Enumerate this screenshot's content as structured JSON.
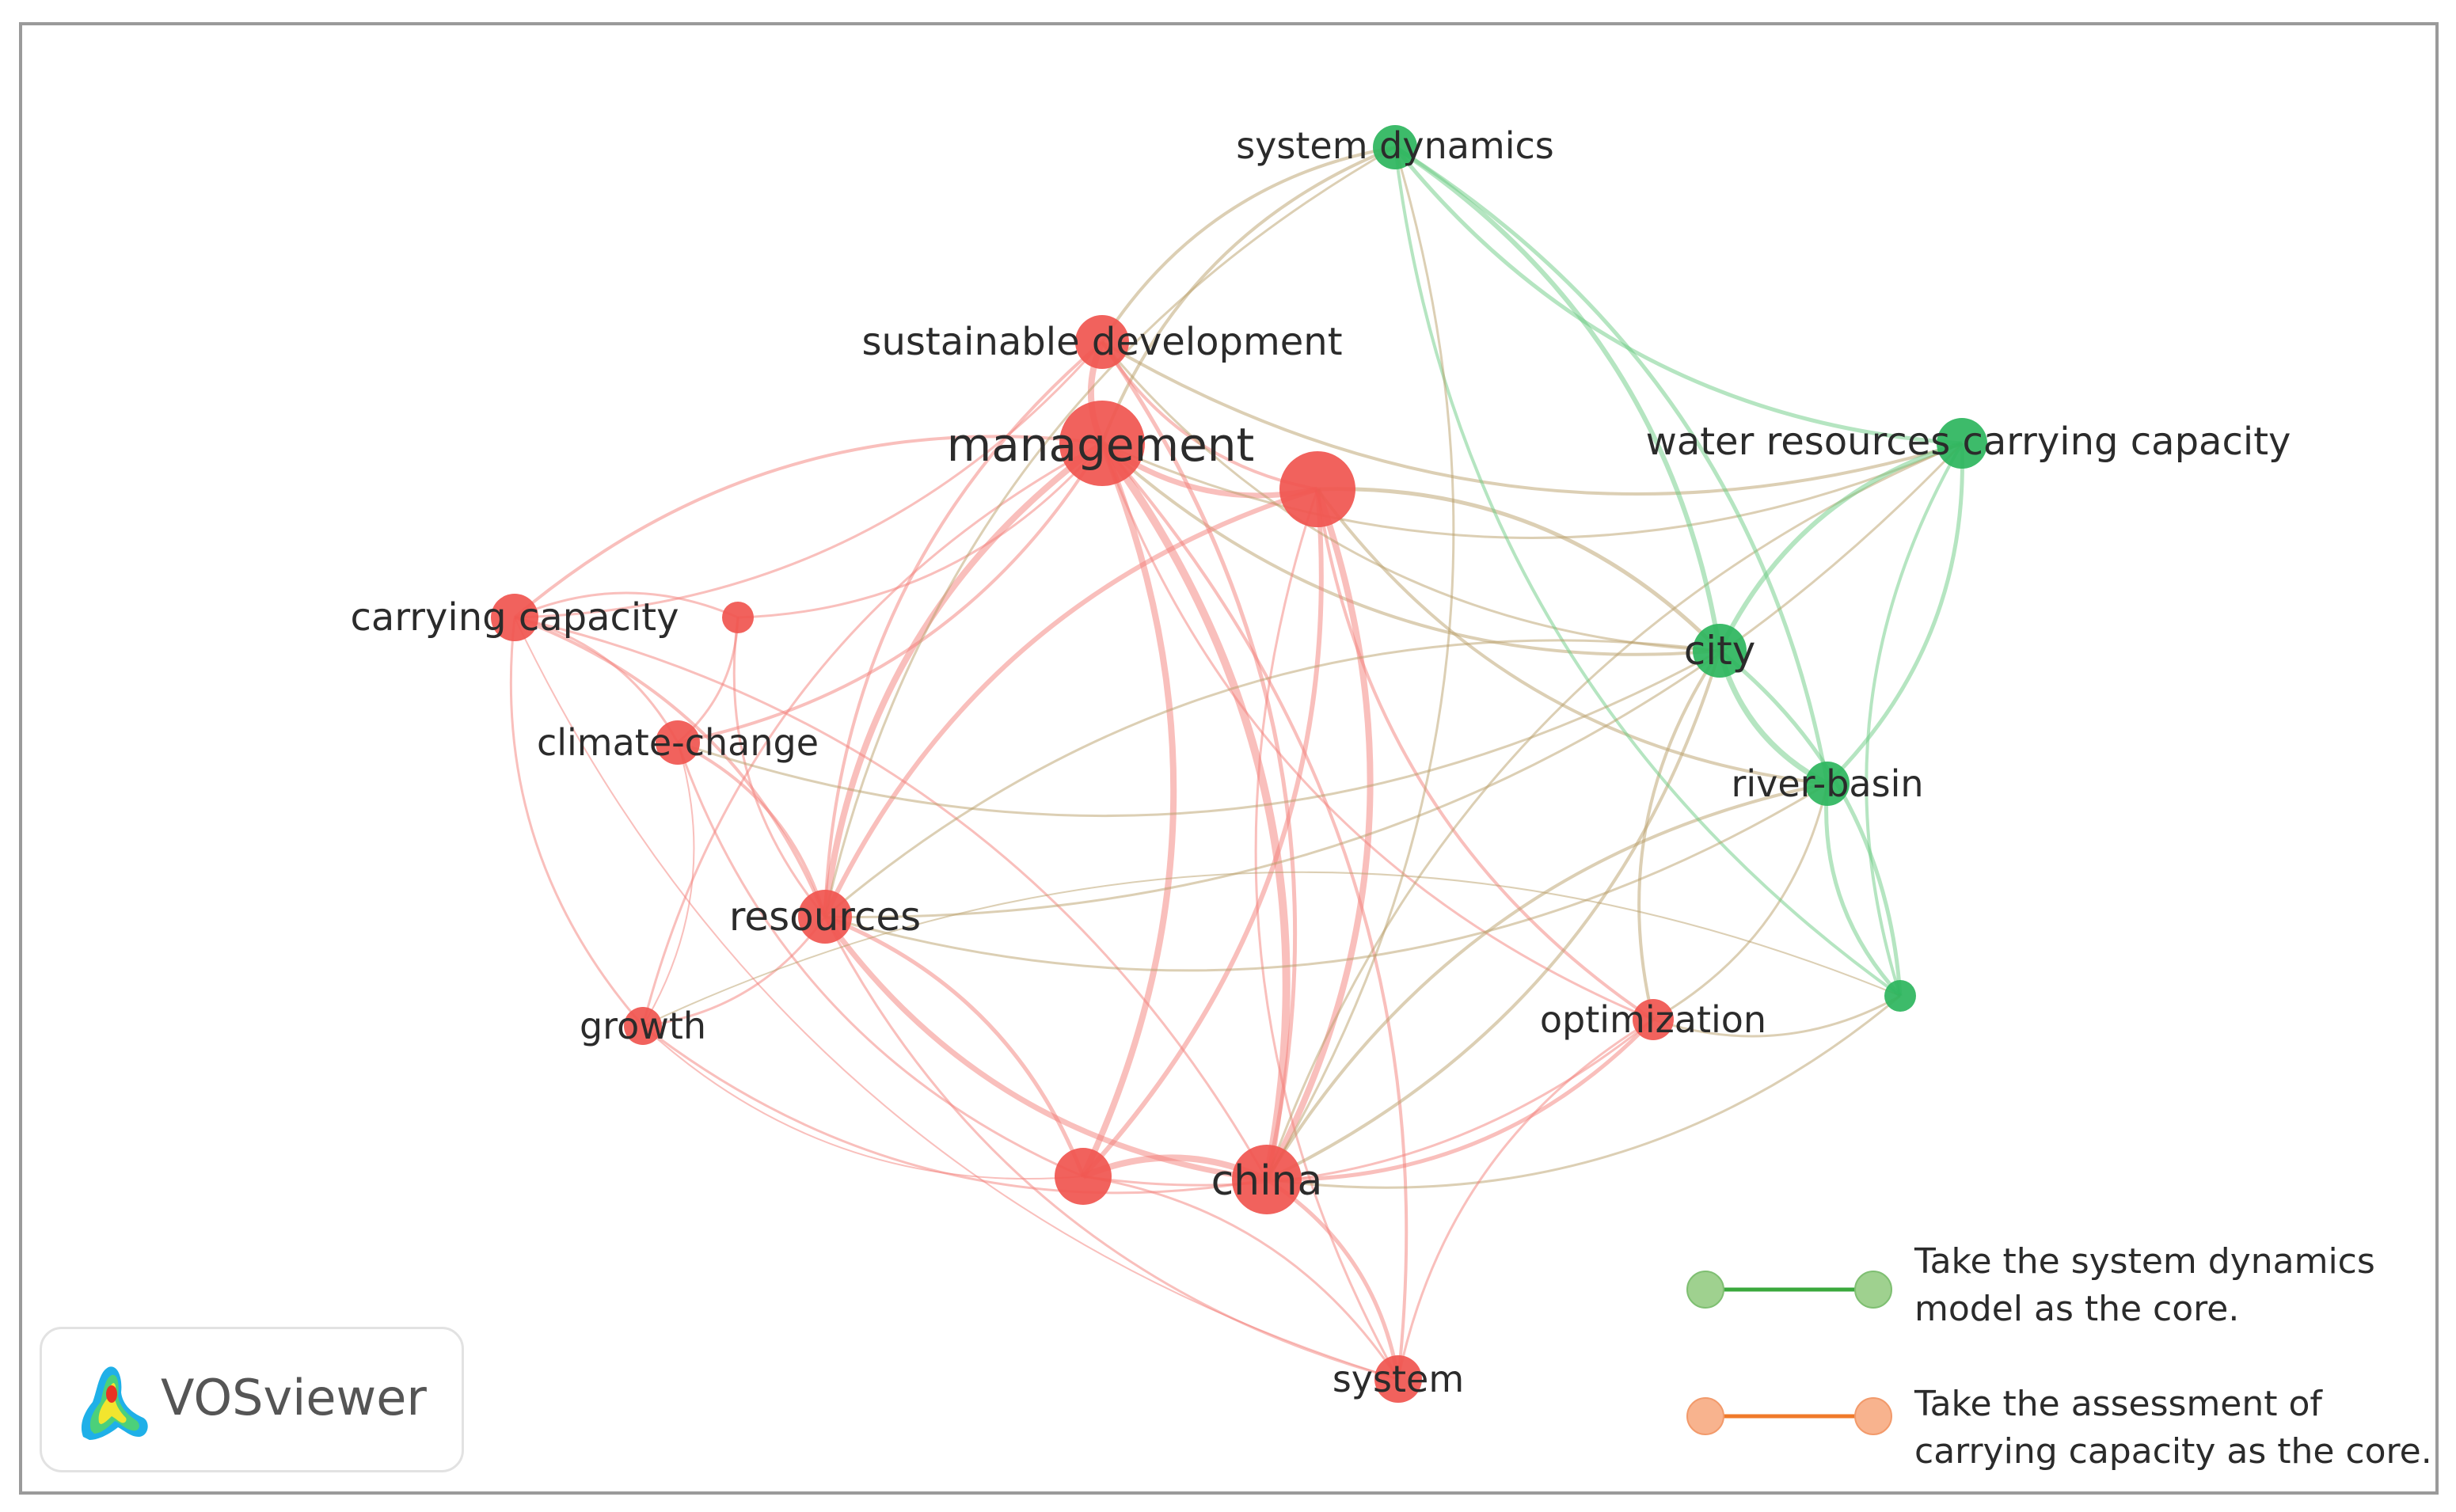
{
  "nodes": [
    {
      "id": "system-dynamics",
      "label": "system dynamics",
      "cluster": "green"
    },
    {
      "id": "sustainable-development",
      "label": "sustainable development",
      "cluster": "red"
    },
    {
      "id": "management",
      "label": "management",
      "cluster": "red"
    },
    {
      "id": "unlabeled-red-1",
      "label": "",
      "cluster": "red"
    },
    {
      "id": "water-resources-carrying-capacity",
      "label": "water resources carrying capacity",
      "cluster": "green"
    },
    {
      "id": "carrying-capacity",
      "label": "carrying capacity",
      "cluster": "red"
    },
    {
      "id": "unlabeled-red-2",
      "label": "",
      "cluster": "red"
    },
    {
      "id": "city",
      "label": "city",
      "cluster": "green"
    },
    {
      "id": "climate-change",
      "label": "climate-change",
      "cluster": "red"
    },
    {
      "id": "river-basin",
      "label": "river-basin",
      "cluster": "green"
    },
    {
      "id": "resources",
      "label": "resources",
      "cluster": "red"
    },
    {
      "id": "unlabeled-green-1",
      "label": "",
      "cluster": "green"
    },
    {
      "id": "growth",
      "label": "growth",
      "cluster": "red"
    },
    {
      "id": "optimization",
      "label": "optimization",
      "cluster": "red"
    },
    {
      "id": "unlabeled-red-3",
      "label": "",
      "cluster": "red"
    },
    {
      "id": "china",
      "label": "china",
      "cluster": "red"
    },
    {
      "id": "system",
      "label": "system",
      "cluster": "red"
    }
  ],
  "colors": {
    "red_cluster": "#f0554f",
    "green_cluster": "#2db55d",
    "red_edge": "#f37f7a",
    "green_edge": "#6ccb84",
    "mixed_edge": "#b9a06a",
    "legend_green_line": "#3aa83c",
    "legend_green_dot": "#9fd18f",
    "legend_orange_line": "#f07a2a",
    "legend_orange_dot": "#f8b38e"
  },
  "legend": [
    {
      "text": "Take the system dynamics\nmodel as the core.",
      "style": "green"
    },
    {
      "text": "Take the assessment of\ncarrying capacity as the core.",
      "style": "orange"
    }
  ],
  "brand": {
    "name": "VOSviewer",
    "logo_icon": "vosviewer-logo-icon"
  }
}
